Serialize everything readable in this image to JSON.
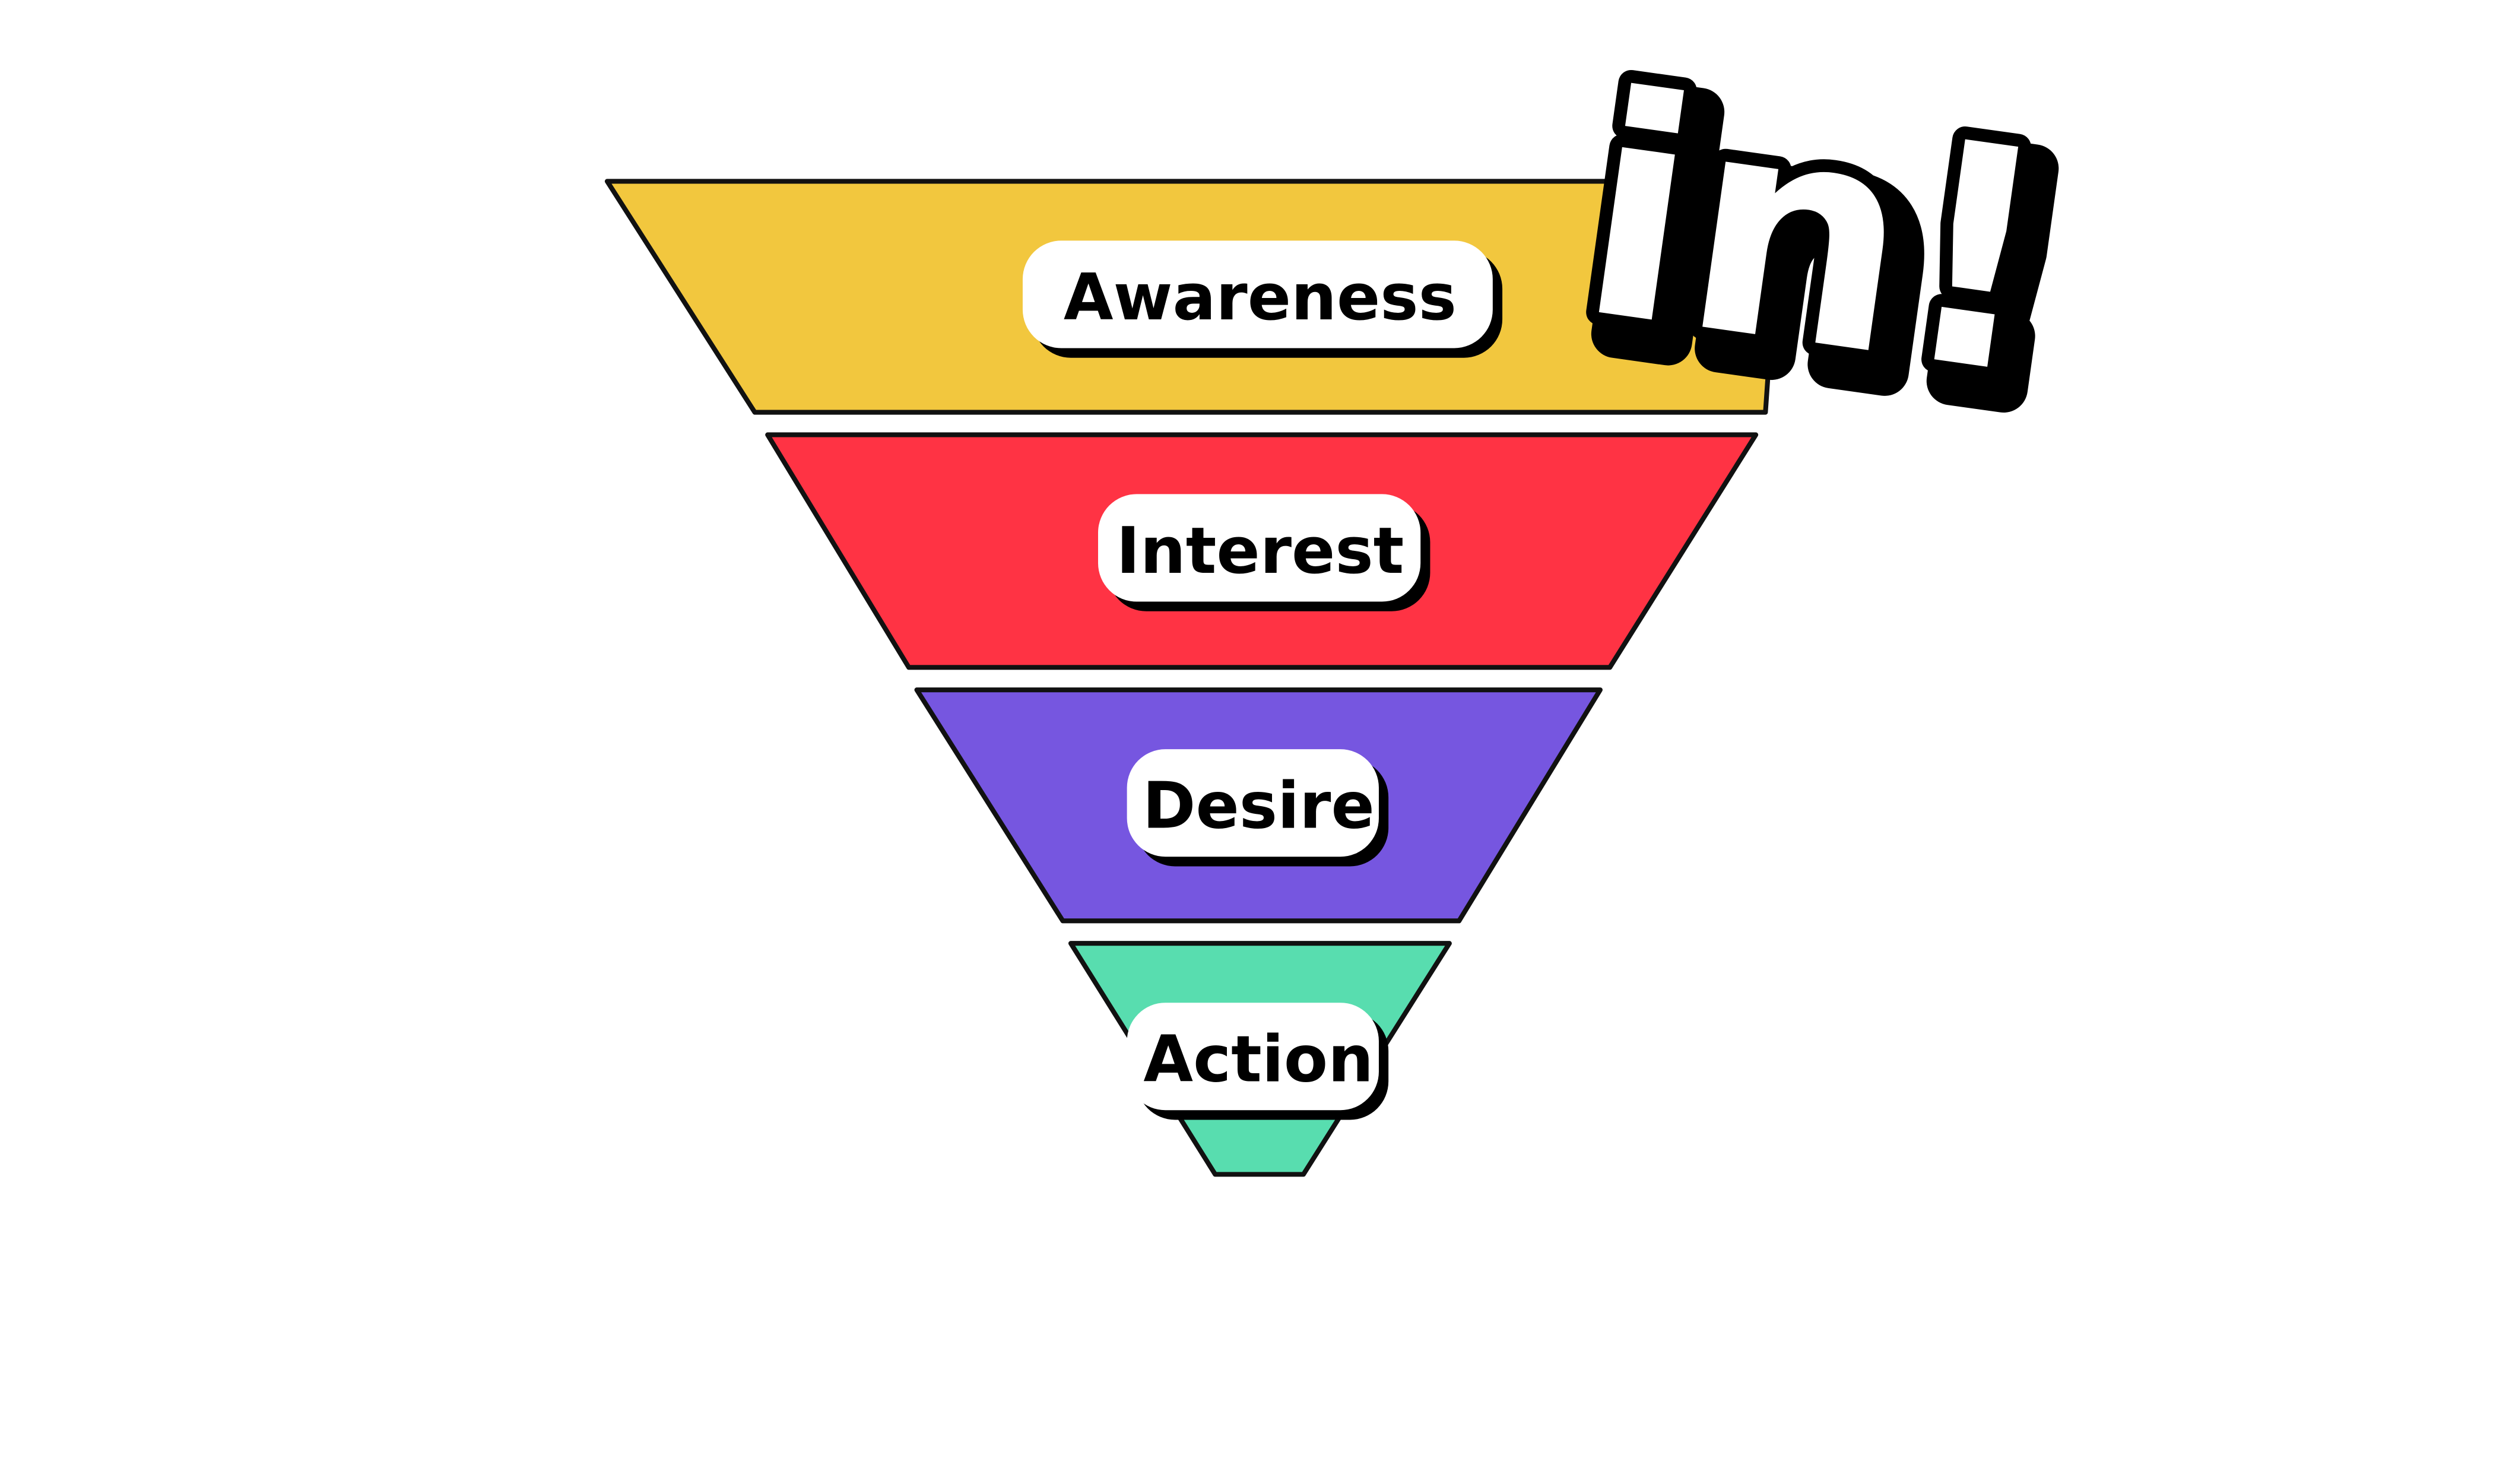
{
  "diagram": {
    "type": "funnel",
    "stages": [
      {
        "label": "Awareness",
        "color": "#F2C73E"
      },
      {
        "label": "Interest",
        "color": "#FF3344"
      },
      {
        "label": "Desire",
        "color": "#7656E0"
      },
      {
        "label": "Action",
        "color": "#58DDAF"
      }
    ]
  },
  "logo": {
    "name": "in-logo",
    "text": "in!"
  },
  "colors": {
    "outline": "#111111",
    "label_bg": "#ffffff",
    "background": "#ffffff"
  }
}
